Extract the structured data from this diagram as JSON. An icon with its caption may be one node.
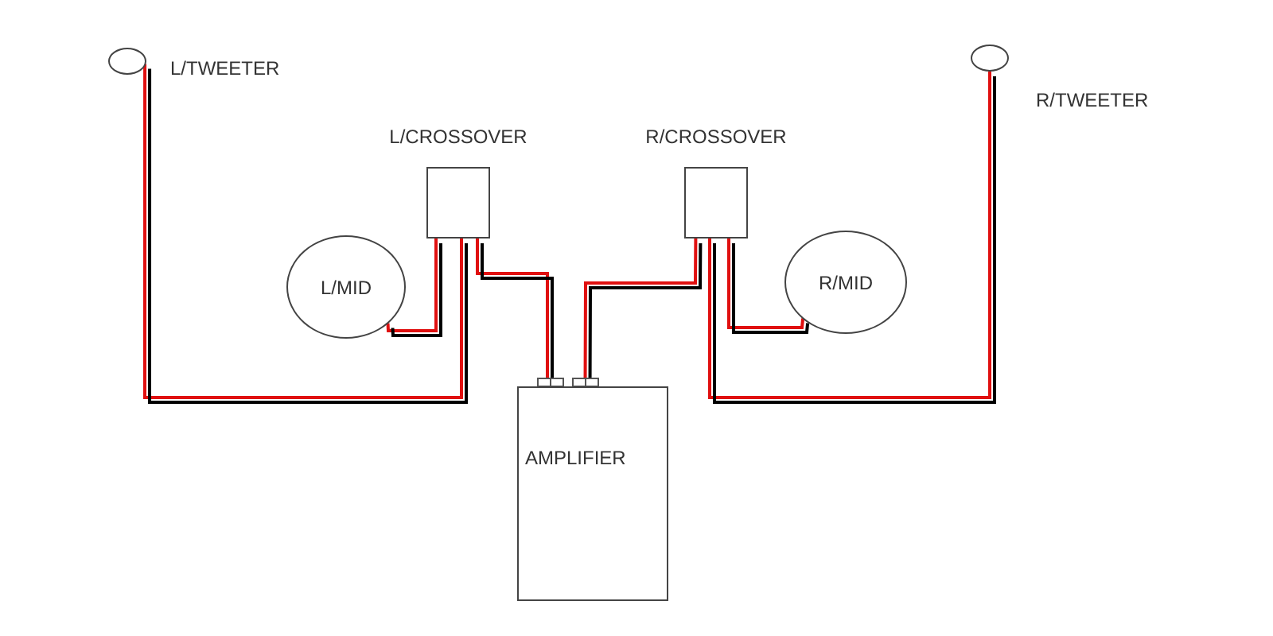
{
  "diagram": {
    "nodes": [
      {
        "text": [],
        "shape": "circle",
        "beside": [
          "L/TWEETER"
        ]
      },
      {
        "text": [
          "L/CROSSOVER"
        ]
      },
      {
        "text": [
          "L/MID"
        ]
      },
      {
        "text": [
          "R/CROSSOVER"
        ]
      },
      {
        "text": [
          "R/MID"
        ]
      },
      {
        "text": [],
        "shape": "circle",
        "beside": [
          "R/TWEETER"
        ]
      },
      {
        "text": [
          "AMPLIFIER"
        ]
      }
    ],
    "edges": [
      {
        "from": 1,
        "to": 0,
        "arrow": "none"
      },
      {
        "from": 1,
        "to": 2,
        "arrow": "none"
      },
      {
        "from": 6,
        "to": 1,
        "arrow": "none"
      },
      {
        "from": 6,
        "to": 3,
        "arrow": "none"
      },
      {
        "from": 3,
        "to": 4,
        "arrow": "none"
      },
      {
        "from": 3,
        "to": 5,
        "arrow": "none"
      }
    ]
  }
}
